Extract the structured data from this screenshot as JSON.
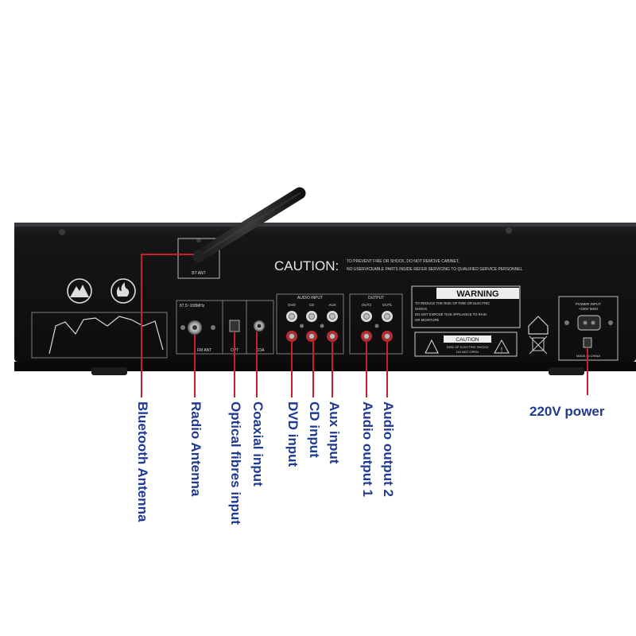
{
  "panel": {
    "caution_word": "CAUTION:",
    "caution_line1": "TO PREVENT FIRE OR SHOCK, DO NOT REMOVE CABINET,",
    "caution_line2": "NO USERVICEABLE PARTS INSIDE REFER SERVICING TO QUALIFIED SERVICE PERSONNEL",
    "bt_ant": "BT ANT",
    "fm_range": "87.5~108MHz",
    "fm_ant": "FM ANT",
    "opt": "OPT",
    "coa": "COA",
    "audio_input": "AUDIO INPUT",
    "output": "OUTPUT",
    "dvd": "DVD",
    "cd": "CD",
    "aux": "AUX",
    "out2": "OUT2",
    "out1": "OUT1",
    "warning_title": "WARNING",
    "warning_l1": "TO REDUCE THE RISK OF FIRE OR ELECTRIC",
    "warning_l2": "SHOCK",
    "warning_l3": "DO NOT EXPOSE THIS APPLIANCE TO RAIN",
    "warning_l4": "OR MOISTURE",
    "caution_box_title": "CAUTION",
    "caution_box_l1": "RISK OF ELECTRIC SHOCK",
    "caution_box_l2": "DO NOT OPEN",
    "power_input": "POWER INPUT",
    "power_spec": "~220V 50Hz",
    "made_in": "MADE IN CHINA"
  },
  "labels": {
    "bluetooth": "Bluetooth Antenna",
    "radio": "Radio Antenna",
    "optical": "Optical fibres input",
    "coaxial": "Coaxial input",
    "dvd": "DVD input",
    "cd": "CD input",
    "aux": "Aux input",
    "out1": "Audio output 1",
    "out2": "Audio output 2",
    "power": "220V power"
  },
  "colors": {
    "chassis": "#151517",
    "label_text": "#1f3a93",
    "callout_line": "#c8202a",
    "rca_red": "#c0282a",
    "rca_white": "#d8d8d8"
  }
}
